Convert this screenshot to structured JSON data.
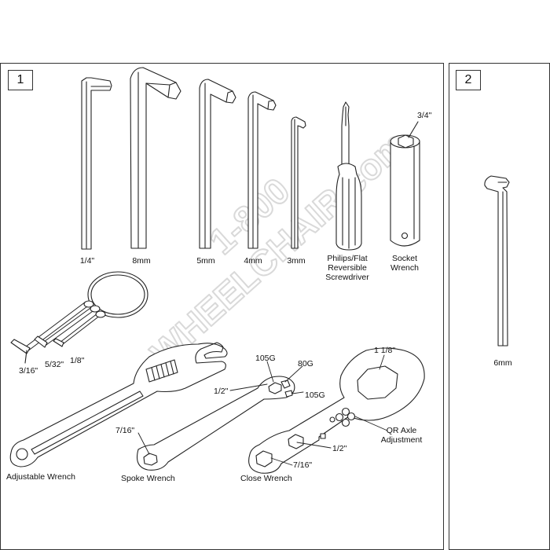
{
  "panels": [
    {
      "number": "1"
    },
    {
      "number": "2"
    }
  ],
  "watermark": {
    "line1": "1-800",
    "line2": "WHEELCHAIR.com"
  },
  "labels": {
    "hex_1_4": "1/4\"",
    "hex_8mm": "8mm",
    "hex_5mm": "5mm",
    "hex_4mm": "4mm",
    "hex_3mm": "3mm",
    "screwdriver": "Philips/Flat Reversible Screwdriver",
    "socket_size": "3/4\"",
    "socket": "Socket Wrench",
    "ring_3_16": "3/16\"",
    "ring_5_32": "5/32\"",
    "ring_1_8": "1/8\"",
    "adjustable": "Adjustable Wrench",
    "spoke_7_16": "7/16\"",
    "spoke_1_2": "1/2\"",
    "spoke_105g_top": "105G",
    "spoke_80g": "80G",
    "spoke_105g_right": "105G",
    "spoke": "Spoke Wrench",
    "close_1_1_8": "1 1/8\"",
    "qr_axle": "QR Axle Adjustment",
    "close_1_2": "1/2\"",
    "close_7_16": "7/16\"",
    "close": "Close Wrench",
    "hex_6mm": "6mm"
  }
}
